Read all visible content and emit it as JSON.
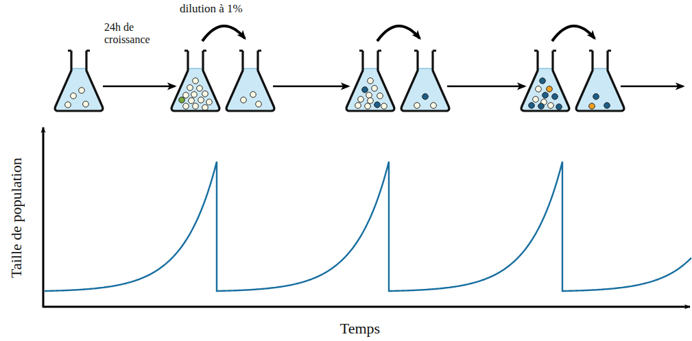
{
  "diagram": {
    "labels": [
      "dilution à 1%",
      "24h de croissance",
      "Taille de population",
      "Temps"
    ]
  }
}
